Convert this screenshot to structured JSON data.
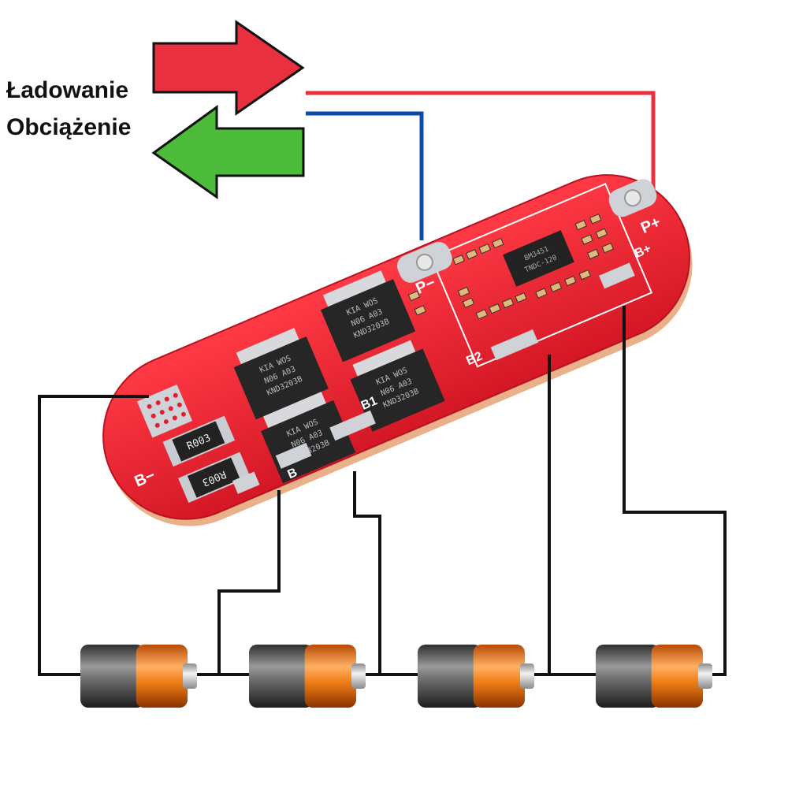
{
  "legend": {
    "charge_label": "Ładowanie",
    "load_label": "Obciążenie",
    "charge_color": "#e8303e",
    "load_color": "#4cbb3a"
  },
  "board": {
    "pad_labels": {
      "p_minus": "P−",
      "p_plus": "P+",
      "b_plus": "B+",
      "b2": "B2",
      "b1": "B1",
      "b_minus": "B−",
      "b_left": "B"
    },
    "mosfets": [
      {
        "line1": "KIA  WOS",
        "line2": "N06  A03",
        "line3": "KND3203B"
      },
      {
        "line1": "KIA  WOS",
        "line2": "N06  A03",
        "line3": "KND3203B"
      },
      {
        "line1": "KIA  WOS",
        "line2": "N06  A03",
        "line3": "KND3203B"
      },
      {
        "line1": "KIA  WOS",
        "line2": "N06  A03",
        "line3": "KND3203B"
      }
    ],
    "resistors": [
      {
        "label": "R003"
      },
      {
        "label": "R003"
      }
    ],
    "ic": {
      "line1": "BM3451",
      "line2": "TNDC-120"
    },
    "colors": {
      "pcb": "#e0202e",
      "pad": "#c9ccd0",
      "component": "#262626"
    }
  },
  "wires": {
    "positive_color": "#e8303e",
    "negative_color": "#0a4aa8",
    "cell_wire_color": "#111111"
  },
  "batteries": [
    {
      "id": "cell-1"
    },
    {
      "id": "cell-2"
    },
    {
      "id": "cell-3"
    },
    {
      "id": "cell-4"
    }
  ]
}
